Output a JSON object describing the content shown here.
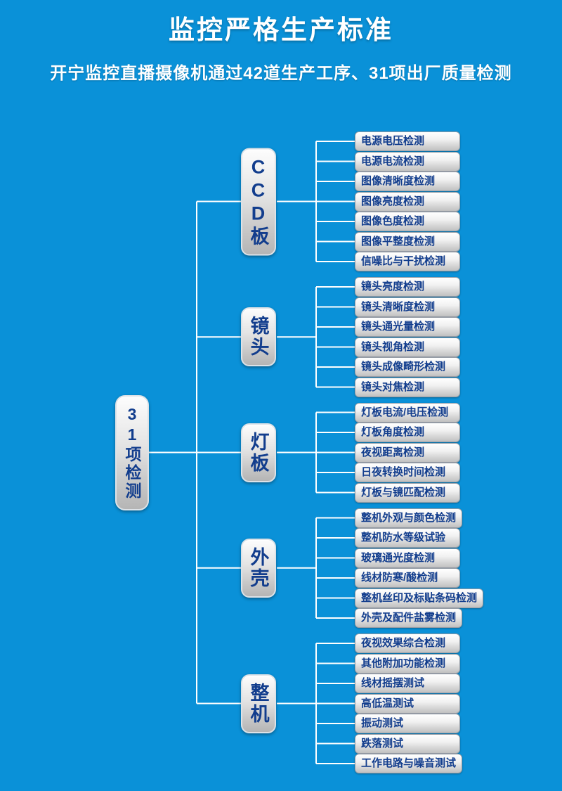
{
  "page": {
    "title": "监控严格生产标准",
    "subtitle": "开宁监控直播摄像机通过42道生产工序、31项出厂质量检测"
  },
  "colors": {
    "background": "#0a91d8",
    "node_text": "#123d8d",
    "connector": "#ffffff"
  },
  "tree": {
    "root_label": "31项检测",
    "branches": [
      {
        "label": "CCD板",
        "children": [
          "电源电压检测",
          "电源电流检测",
          "图像清晰度检测",
          "图像亮度检测",
          "图像色度检测",
          "图像平整度检测",
          "信噪比与干扰检测"
        ]
      },
      {
        "label": "镜头",
        "children": [
          "镜头亮度检测",
          "镜头清晰度检测",
          "镜头通光量检测",
          "镜头视角检测",
          "镜头成像畸形检测",
          "镜头对焦检测"
        ]
      },
      {
        "label": "灯板",
        "children": [
          "灯板电流/电压检测",
          "灯板角度检测",
          "夜视距离检测",
          "日夜转换时间检测",
          "灯板与镜匹配检测"
        ]
      },
      {
        "label": "外壳",
        "children": [
          "整机外观与颜色检测",
          "整机防水等级试验",
          "玻璃通光度检测",
          "线材防寒/酸检测",
          "整机丝印及标贴条码检测",
          "外壳及配件盐雾检测"
        ]
      },
      {
        "label": "整机",
        "children": [
          "夜视效果综合检测",
          "其他附加功能检测",
          "线材摇摆测试",
          "高低温测试",
          "振动测试",
          "跌落测试",
          "工作电路与噪音测试"
        ]
      }
    ]
  }
}
